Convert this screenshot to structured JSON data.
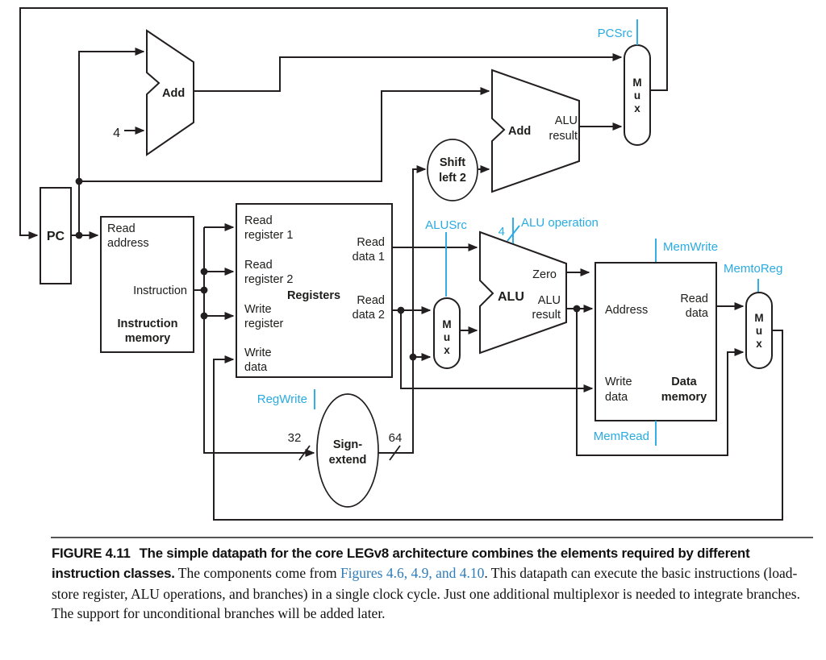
{
  "diagram": {
    "colors": {
      "wire": "#231f20",
      "control": "#29abe2",
      "link": "#2e7cb8"
    },
    "components": {
      "pc": "PC",
      "instruction_memory": {
        "title": [
          "Instruction",
          "memory"
        ],
        "read_address": [
          "Read",
          "address"
        ],
        "instruction": "Instruction"
      },
      "registers": {
        "title": "Registers",
        "read_register_1": [
          "Read",
          "register 1"
        ],
        "read_register_2": [
          "Read",
          "register 2"
        ],
        "write_register": [
          "Write",
          "register"
        ],
        "write_data": [
          "Write",
          "data"
        ],
        "read_data_1": [
          "Read",
          "data 1"
        ],
        "read_data_2": [
          "Read",
          "data 2"
        ]
      },
      "data_memory": {
        "title": [
          "Data",
          "memory"
        ],
        "address": "Address",
        "write_data": [
          "Write",
          "data"
        ],
        "read_data": [
          "Read",
          "data"
        ]
      },
      "pc_adder": {
        "title": "Add"
      },
      "branch_adder": {
        "title": "Add",
        "result": [
          "ALU",
          "result"
        ]
      },
      "alu": {
        "title": "ALU",
        "zero": "Zero",
        "result": [
          "ALU",
          "result"
        ]
      },
      "sign_extend": [
        "Sign-",
        "extend"
      ],
      "shift_left_2": [
        "Shift",
        "left 2"
      ],
      "mux": [
        "M",
        "u",
        "x"
      ]
    },
    "control_signals": {
      "pcsrc": "PCSrc",
      "alusrc": "ALUSrc",
      "alu_operation": "ALU operation",
      "alu_operation_width": "4",
      "regwrite": "RegWrite",
      "memwrite": "MemWrite",
      "memread": "MemRead",
      "memtoreg": "MemtoReg"
    },
    "constants": {
      "pc_increment": "4",
      "sign_extend_in_width": "32",
      "sign_extend_out_width": "64"
    }
  },
  "caption": {
    "figure_label": "FIGURE 4.11",
    "bold_title": "The simple datapath for the core LEGv8 architecture combines the elements required by different instruction classes.",
    "text_before_link": "The components come from",
    "link": "Figures 4.6, 4.9, and 4.10",
    "text_after_link": ". This datapath can execute the basic instructions (load-store register, ALU operations, and branches) in a single clock cycle. Just one additional multiplexor is needed to integrate branches. The support for unconditional branches will be added later."
  }
}
